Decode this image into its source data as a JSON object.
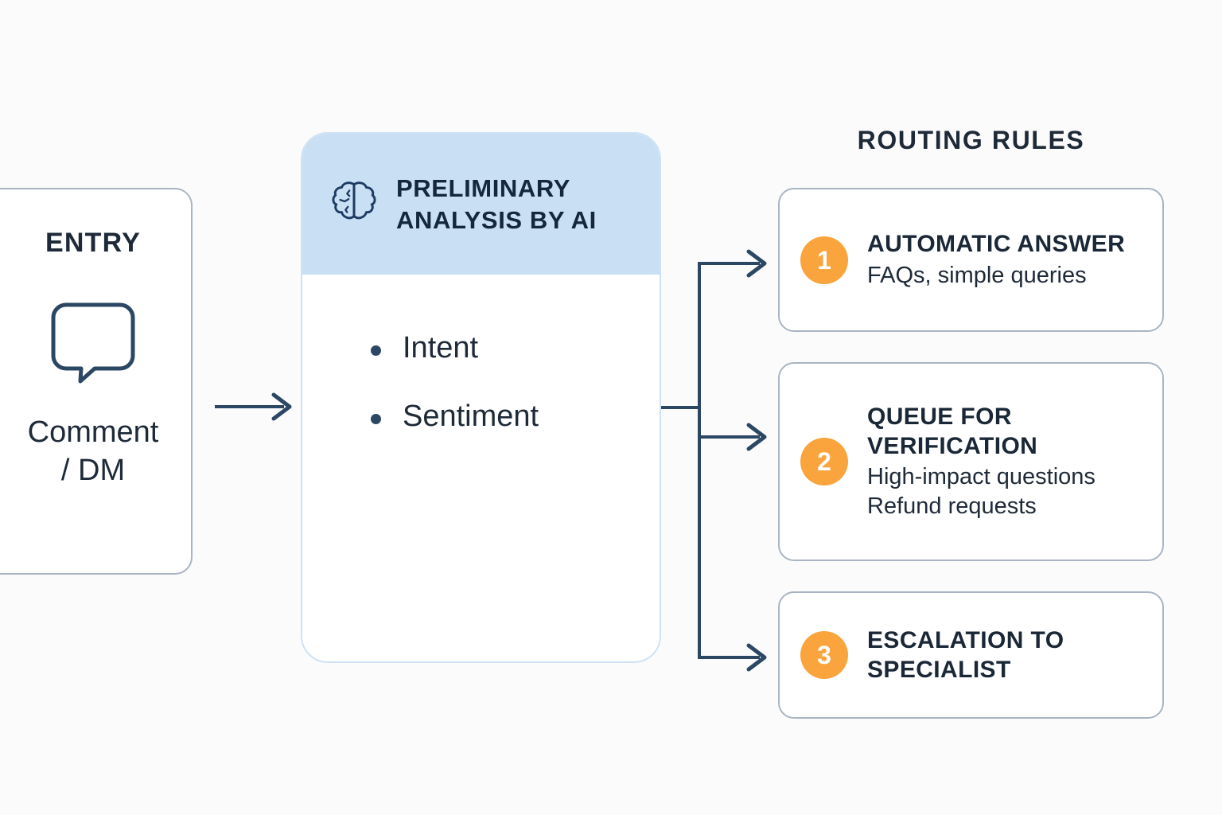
{
  "diagram": {
    "background_color": "#fbfbfb",
    "accent_orange": "#f9a43c",
    "ink_color": "#1e2a38",
    "header_blue": "#c9dff3"
  },
  "entry": {
    "title": "ENTRY",
    "icon": "speech-bubble-icon",
    "label_line1": "Comment",
    "label_line2": "/ DM"
  },
  "ai_node": {
    "icon": "brain-icon",
    "title_line1": "PRELIMINARY",
    "title_line2": "ANALYSIS BY AI",
    "items": [
      {
        "label": "Intent"
      },
      {
        "label": "Sentiment"
      }
    ]
  },
  "routing": {
    "heading": "ROUTING RULES",
    "rules": [
      {
        "number": "1",
        "title": "AUTOMATIC ANSWER",
        "desc_line1": "FAQs, simple queries",
        "desc_line2": ""
      },
      {
        "number": "2",
        "title_line1": "QUEUE FOR",
        "title_line2": "VERIFICATION",
        "desc_line1": "High-impact questions",
        "desc_line2": "Refund requests"
      },
      {
        "number": "3",
        "title_line1": "ESCALATION TO",
        "title_line2": "SPECIALIST",
        "desc_line1": "",
        "desc_line2": ""
      }
    ]
  }
}
